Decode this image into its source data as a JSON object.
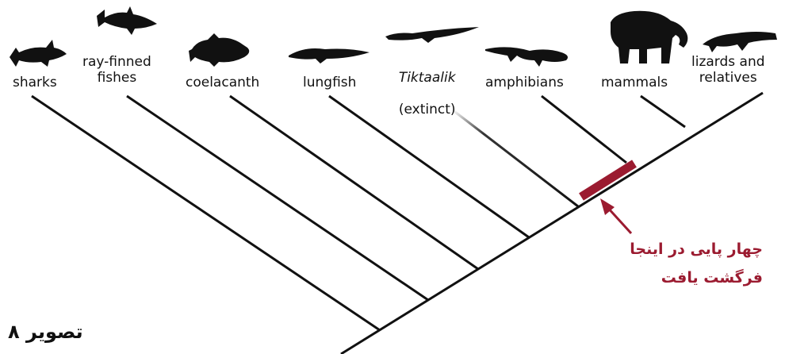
{
  "diagram": {
    "taxa": [
      {
        "id": "sharks",
        "label": "sharks",
        "icon": "shark-icon"
      },
      {
        "id": "ray-finned",
        "label": "ray-finned\nfishes",
        "icon": "tuna-icon"
      },
      {
        "id": "coelacanth",
        "label": "coelacanth",
        "icon": "coelacanth-icon"
      },
      {
        "id": "lungfish",
        "label": "lungfish",
        "icon": "lungfish-icon"
      },
      {
        "id": "tiktaalik",
        "label_line1": "Tiktaalik",
        "label_line2": "(extinct)",
        "icon": "tiktaalik-icon"
      },
      {
        "id": "amphibians",
        "label": "amphibians",
        "icon": "salamander-icon"
      },
      {
        "id": "mammals",
        "label": "mammals",
        "icon": "elephant-icon"
      },
      {
        "id": "lizards",
        "label": "lizards and\nrelatives",
        "icon": "lizard-icon"
      }
    ],
    "annotation": {
      "line1": "چهار پایی در اینجا",
      "line2": "فرگشت یافت"
    },
    "caption": "تصویر ۸"
  },
  "colors": {
    "tree_line": "#111111",
    "accent": "#9b1b30",
    "silhouette": "#111111"
  }
}
